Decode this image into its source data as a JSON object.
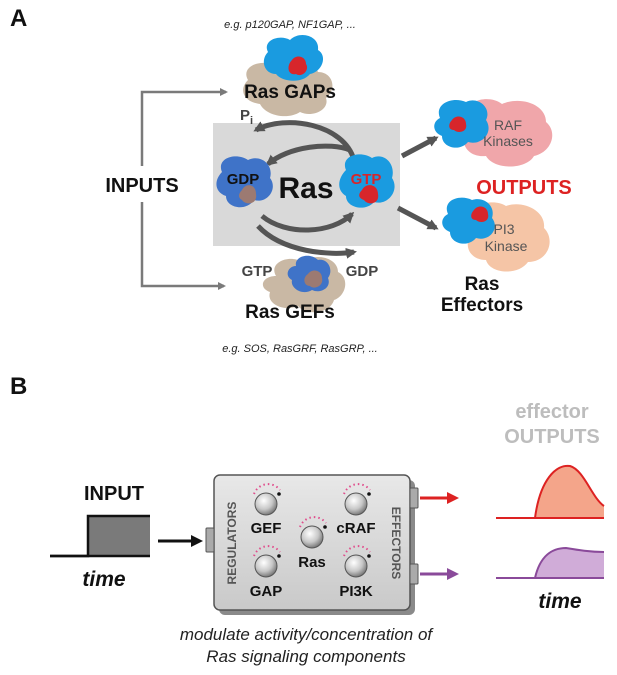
{
  "panel_a": {
    "label": "A",
    "gaps_examples": "e.g. p120GAP, NF1GAP, ...",
    "gaps_label": "Ras GAPs",
    "pi_label": "P",
    "pi_sub": "i",
    "inputs_label": "INPUTS",
    "ras_label": "Ras",
    "gdp_label": "GDP",
    "gtp_label": "GTP",
    "gtp_in": "GTP",
    "gdp_out": "GDP",
    "gefs_label": "Ras GEFs",
    "gefs_examples": "e.g. SOS, RasGRF, RasGRP, ...",
    "outputs_label": "OUTPUTS",
    "raf_line1": "RAF",
    "raf_line2": "Kinases",
    "pi3_line1": "PI3",
    "pi3_line2": "Kinase",
    "effectors_line1": "Ras",
    "effectors_line2": "Effectors"
  },
  "panel_b": {
    "label": "B",
    "input_label": "INPUT",
    "time_left": "time",
    "regulators_label": "REGULATORS",
    "effectors_label": "EFFECTORS",
    "knob_gef": "GEF",
    "knob_gap": "GAP",
    "knob_ras": "Ras",
    "knob_craf": "cRAF",
    "knob_pi3k": "PI3K",
    "outputs_line1": "effector",
    "outputs_line2": "OUTPUTS",
    "time_right": "time",
    "caption_line1": "modulate activity/concentration of",
    "caption_line2": "Ras signaling components"
  },
  "colors": {
    "blue": "#3399dd",
    "red_accent": "#dd2222",
    "gray_box": "#d9d9d9",
    "arrow_gray": "#6e6e6e",
    "red_output": "#e85a4a",
    "purple_output": "#8a4a9a"
  }
}
